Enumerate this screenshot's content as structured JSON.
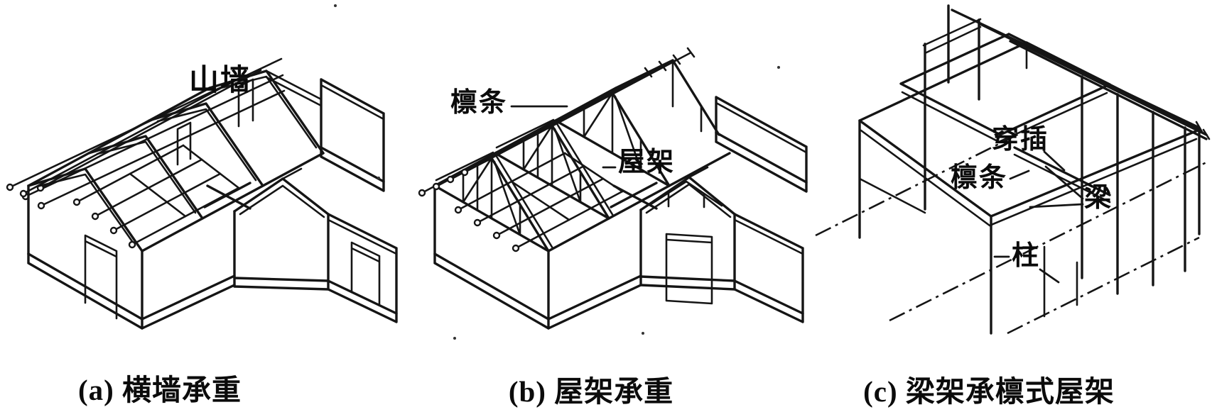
{
  "figure": {
    "description_visible_text_only": "three isometric structural diagrams",
    "colors": {
      "ink": "#151515",
      "paper": "#ffffff"
    },
    "panel_a": {
      "caption": "(a) 横墙承重",
      "labels": {
        "gable_wall": "山墙"
      }
    },
    "panel_b": {
      "caption": "(b) 屋架承重",
      "labels": {
        "purlin": "檩条",
        "roof_truss": "屋架"
      }
    },
    "panel_c": {
      "caption": "(c) 梁架承檩式屋架",
      "labels": {
        "penetrating_tie": "穿插",
        "purlin": "檩条",
        "beam": "梁",
        "column": "柱"
      }
    }
  }
}
